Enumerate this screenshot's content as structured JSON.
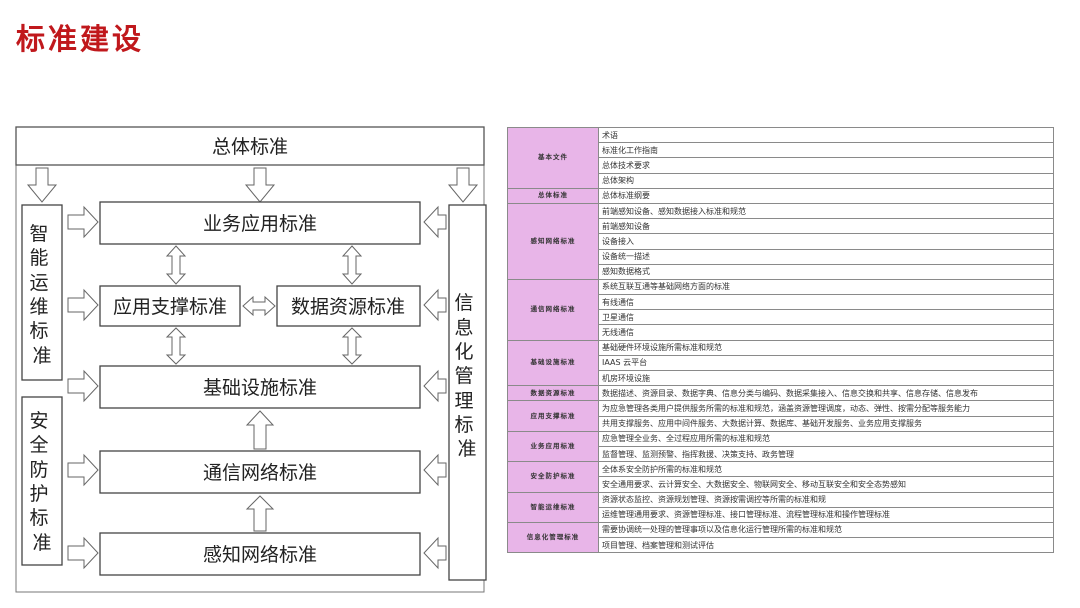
{
  "title": "标准建设",
  "diagram": {
    "top": "总体标准",
    "business": "业务应用标准",
    "app_support": "应用支撑标准",
    "data_resource": "数据资源标准",
    "infrastructure": "基础设施标准",
    "communication": "通信网络标准",
    "sensing": "感知网络标准",
    "left_top": "智能运维标准",
    "left_bottom": "安全防护标准",
    "right": "信息化管理标准"
  },
  "table": [
    {
      "category": "基本文件",
      "items": [
        "术语",
        "标准化工作指南",
        "总体技术要求",
        "总体架构"
      ]
    },
    {
      "category": "总体标准",
      "items": [
        "总体标准纲要"
      ]
    },
    {
      "category": "感知网络标准",
      "items": [
        "前端感知设备、感知数据接入标准和规范",
        "前端感知设备",
        "设备接入",
        "设备统一描述",
        "感知数据格式"
      ]
    },
    {
      "category": "通信网络标准",
      "items": [
        "系统互联互通等基础网络方面的标准",
        "有线通信",
        "卫星通信",
        "无线通信"
      ]
    },
    {
      "category": "基础设施标准",
      "items": [
        "基础硬件环境设施所需标准和规范",
        "IAAS 云平台",
        "机房环境设施"
      ]
    },
    {
      "category": "数据资源标准",
      "items": [
        "数据描述、资源目录、数据字典、信息分类与编码、数据采集接入、信息交换和共享、信息存储、信息发布"
      ]
    },
    {
      "category": "应用支撑标准",
      "items": [
        "为应急管理各类用户提供服务所需的标准和规范，涵盖资源管理调度，动态、弹性、按需分配等服务能力",
        "共用支撑服务、应用中间件服务、大数据计算、数据库、基础开发服务、业务应用支撑服务"
      ]
    },
    {
      "category": "业务应用标准",
      "items": [
        "应急管理全业务、全过程应用所需的标准和规范",
        "监督管理、监测预警、指挥救援、决策支持、政务管理"
      ]
    },
    {
      "category": "安全防护标准",
      "items": [
        "全体系安全防护所需的标准和规范",
        "安全通用要求、云计算安全、大数据安全、物联网安全、移动互联安全和安全态势感知"
      ]
    },
    {
      "category": "智能运维标准",
      "items": [
        "资源状态监控、资源规划管理、资源按需调控等所需的标准和规",
        "运维管理通用要求、资源管理标准、接口管理标准、流程管理标准和操作管理标准"
      ]
    },
    {
      "category": "信息化管理标准",
      "items": [
        "需要协调统一处理的管理事项以及信息化运行管理所需的标准和规范",
        "项目管理、档案管理和测试评估"
      ]
    }
  ]
}
